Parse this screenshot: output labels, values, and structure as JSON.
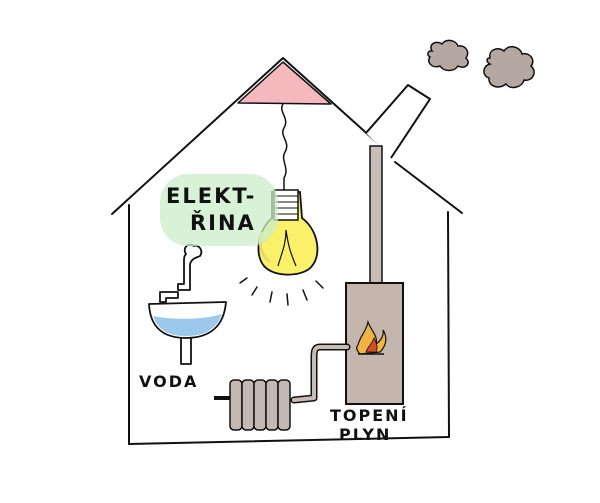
{
  "labels": {
    "elektrina_line1": "ELEKT-",
    "elektrina_line2": "ŘINA",
    "voda": "VODA",
    "topeni": "TOPENÍ",
    "plyn": "PLYN"
  },
  "colors": {
    "ink": "#111111",
    "roof_triangle": "#f4b8bd",
    "smoke": "#b5a7a2",
    "chimney_pipe": "#c8bcb6",
    "stove_body": "#c5b6ad",
    "bulb_yellow": "#faf06a",
    "bulb_highlight": "#e8d76a",
    "water_blue": "#9cc8ec",
    "elektrina_glow": "#c9eec9",
    "radiator": "#c4b8b2",
    "flame_orange": "#f0b444",
    "flame_red": "#d94b2b"
  }
}
